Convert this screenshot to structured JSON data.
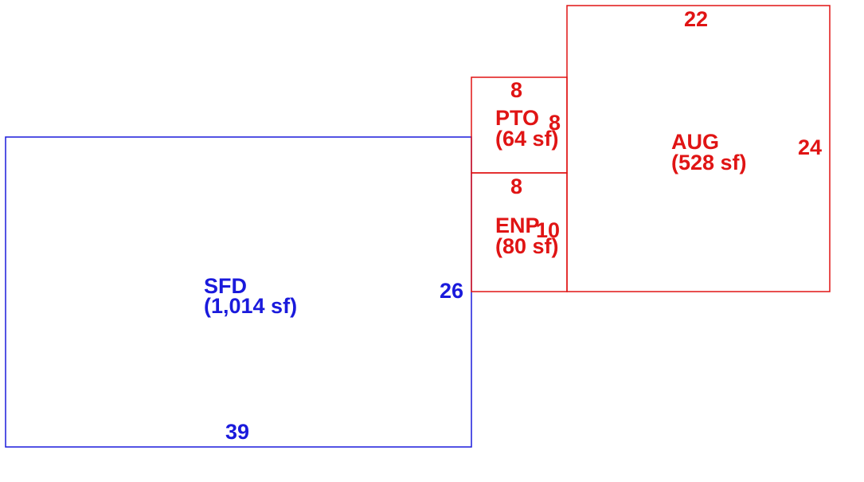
{
  "colors": {
    "main": "#1a1adc",
    "addition": "#e01414",
    "background": "#ffffff"
  },
  "areas": [
    {
      "code": "SFD",
      "area_text": "(1,014 sf)",
      "dimensions": {
        "width": "39",
        "depth": "26"
      },
      "color": "#1a1adc"
    },
    {
      "code": "PTO",
      "area_text": "(64 sf)",
      "dimensions": {
        "width": "8",
        "depth": "8"
      },
      "color": "#e01414"
    },
    {
      "code": "ENP",
      "area_text": "(80 sf)",
      "dimensions": {
        "width": "8",
        "depth": "10"
      },
      "color": "#e01414"
    },
    {
      "code": "AUG",
      "area_text": "(528 sf)",
      "dimensions": {
        "width": "22",
        "depth": "24"
      },
      "color": "#e01414"
    }
  ]
}
